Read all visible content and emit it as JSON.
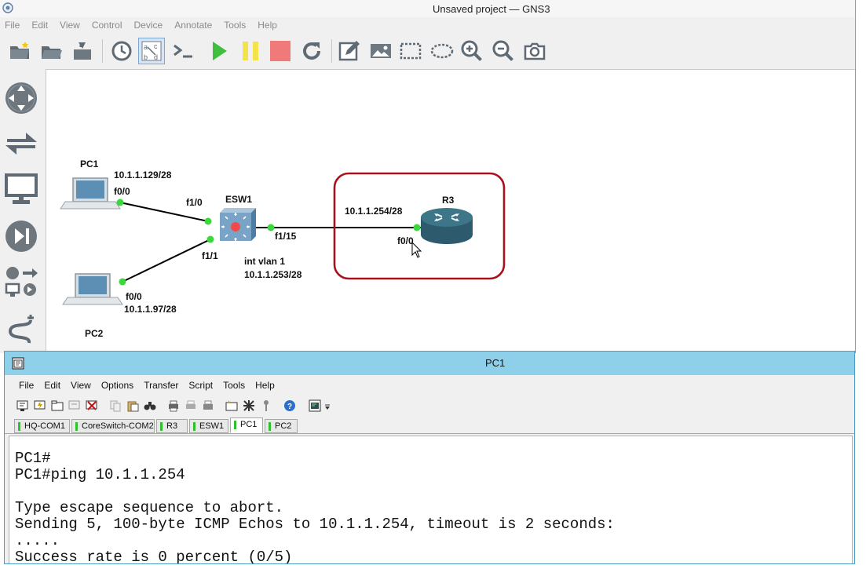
{
  "gns3_window": {
    "title": "Unsaved project — GNS3",
    "menu": [
      "File",
      "Edit",
      "View",
      "Control",
      "Device",
      "Annotate",
      "Tools",
      "Help"
    ]
  },
  "topology": {
    "nodes": {
      "pc1": {
        "label": "PC1"
      },
      "pc2": {
        "label": "PC2"
      },
      "esw1": {
        "label": "ESW1"
      },
      "r3": {
        "label": "R3"
      }
    },
    "labels": {
      "pc1_ip": "10.1.1.129/28",
      "pc1_port": "f0/0",
      "esw1_f10": "f1/0",
      "esw1_f11": "f1/1",
      "esw1_f115": "f1/15",
      "vlan_label": "int vlan 1",
      "vlan_ip": "10.1.1.253/28",
      "pc2_port": "f0/0",
      "pc2_ip": "10.1.1.97/28",
      "r3_ip": "10.1.1.254/28",
      "r3_port": "f0/0"
    },
    "colors": {
      "link": "#000000",
      "port_up": "#3ad83a",
      "highlight": "#a8121e"
    }
  },
  "crt_window": {
    "title": "PC1",
    "menu": [
      "File",
      "Edit",
      "View",
      "Options",
      "Transfer",
      "Script",
      "Tools",
      "Help"
    ],
    "tabs": [
      {
        "label": "HQ-COM1",
        "active": false
      },
      {
        "label": "CoreSwitch-COM2",
        "active": false
      },
      {
        "label": "R3",
        "active": false
      },
      {
        "label": "ESW1",
        "active": false
      },
      {
        "label": "PC1",
        "active": true
      },
      {
        "label": "PC2",
        "active": false
      }
    ],
    "terminal": [
      "PC1#",
      "PC1#ping 10.1.1.254",
      "",
      "Type escape sequence to abort.",
      "Sending 5, 100-byte ICMP Echos to 10.1.1.254, timeout is 2 seconds:",
      ".....",
      "Success rate is 0 percent (0/5)"
    ]
  }
}
